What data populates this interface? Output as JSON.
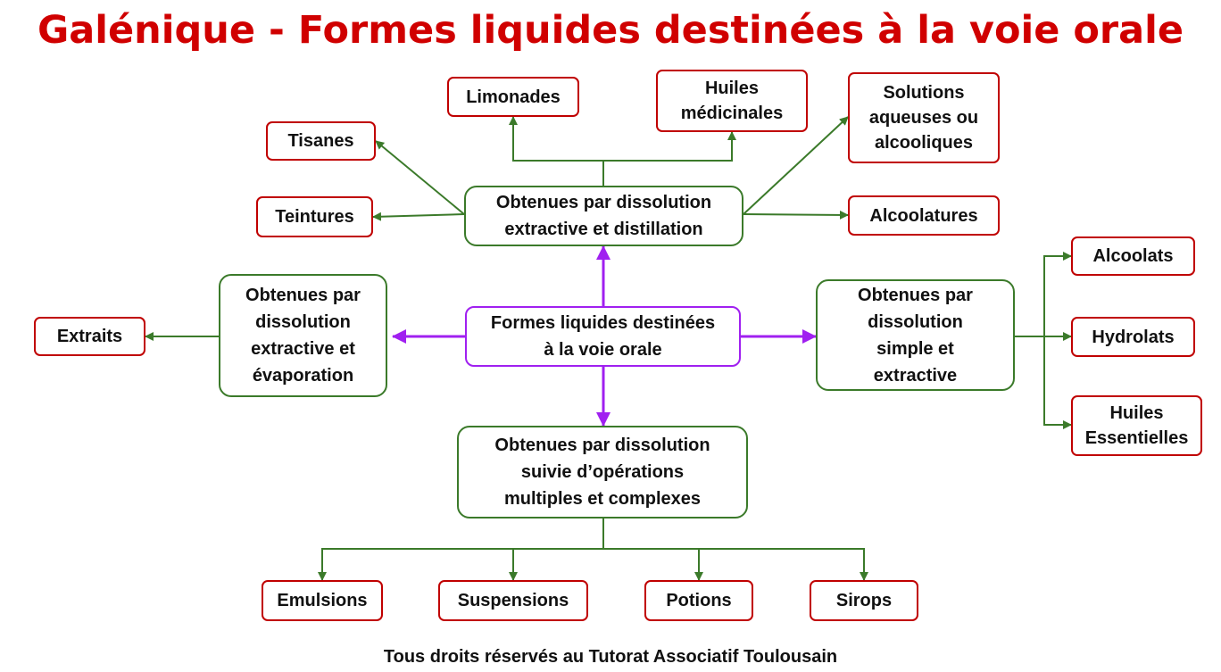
{
  "title": "Galénique - Formes liquides destinées à la voie orale",
  "footer": "Tous droits réservés au Tutorat Associatif Toulousain",
  "colors": {
    "title": "#d00000",
    "leaf_border": "#c00000",
    "group_border": "#3b7a2a",
    "center_border": "#a020f0",
    "green_arrow": "#3b7a2a",
    "purple_arrow": "#a020f0"
  },
  "center": "Formes liquides destinées\nà la voie orale",
  "groups": {
    "top": "Obtenues par dissolution\nextractive et distillation",
    "left": "Obtenues par\ndissolution\nextractive et\névaporation",
    "right": "Obtenues par\ndissolution\nsimple et\nextractive",
    "bottom": "Obtenues par dissolution\nsuivie d’opérations\nmultiples et complexes"
  },
  "leaves": {
    "top": [
      "Limonades",
      "Huiles\nmédicinales",
      "Solutions\naqueuses ou\nalcooliques",
      "Tisanes",
      "Teintures",
      "Alcoolatures"
    ],
    "left": [
      "Extraits"
    ],
    "right": [
      "Alcoolats",
      "Hydrolats",
      "Huiles\nEssentielles"
    ],
    "bottom": [
      "Emulsions",
      "Suspensions",
      "Potions",
      "Sirops"
    ]
  }
}
